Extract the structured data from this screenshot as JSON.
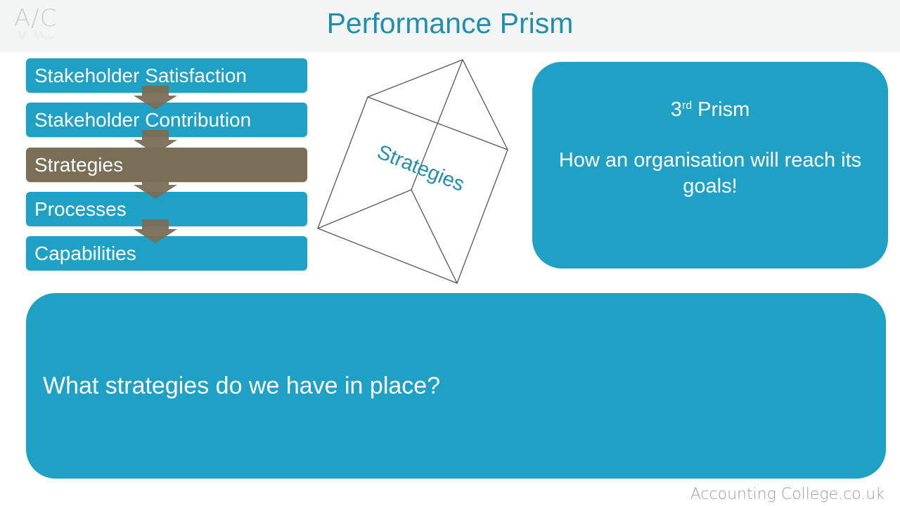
{
  "header": {
    "logo": "A/C",
    "title": "Performance Prism"
  },
  "steps": [
    {
      "label": "Stakeholder Satisfaction",
      "active": false
    },
    {
      "label": "Stakeholder Contribution",
      "active": false
    },
    {
      "label": "Strategies",
      "active": true
    },
    {
      "label": "Processes",
      "active": false
    },
    {
      "label": "Capabilities",
      "active": false
    }
  ],
  "prism": {
    "face_label": "Strategies"
  },
  "info": {
    "ordinal_number": "3",
    "ordinal_suffix": "rd",
    "title_word": "Prism",
    "description": "How an organisation will reach its goals!"
  },
  "question": "What strategies do we have in place?",
  "footer": {
    "brand": "Accounting College.co.uk"
  },
  "colors": {
    "accent": "#1ea1c4",
    "active_step": "#7a6e57",
    "title": "#1e8fae"
  }
}
